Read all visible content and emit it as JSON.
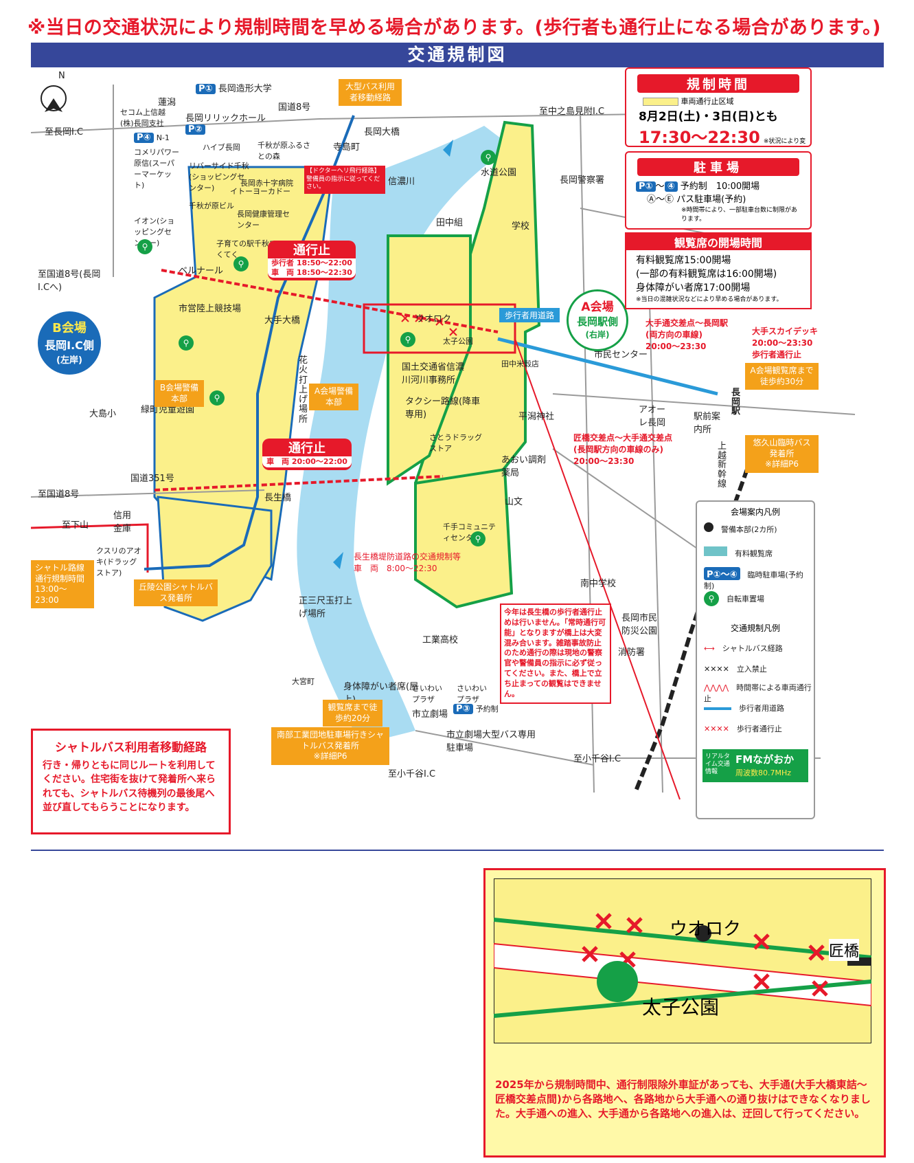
{
  "header": {
    "warning": "※当日の交通状況により規制時間を早める場合があります。(歩行者も通行止になる場合があります。)",
    "title": "交通規制図"
  },
  "regulation_time": {
    "title": "規制時間",
    "legend": "車両通行止区域",
    "date": "8月2日(土)・3日(日)とも",
    "time": "17:30〜22:30",
    "note": "※状況により変更あり。"
  },
  "parking": {
    "title": "駐車場",
    "p_range": "〜",
    "p_desc": "予約制　10:00開場",
    "bus_range": "Ⓐ〜Ⓔ",
    "bus_desc": "パス駐車場(予約)",
    "note": "※時間帯により、一部駐車台数に制限があります。"
  },
  "seating": {
    "title": "観覧席の開場時間",
    "line1": "有料観覧席15:00開場",
    "line2": "(一部の有料観覧席は16:00開場)",
    "line3": "身体障がい者席17:00開場",
    "note": "※当日の混雑状況などにより早める場合があります。"
  },
  "venues": {
    "a_name": "A会場",
    "a_side": "長岡駅側",
    "a_bank": "(右岸)",
    "b_name": "B会場",
    "b_side": "長岡I.C側",
    "b_bank": "(左岸)"
  },
  "closures": {
    "c1_title": "通行止",
    "c1_line1": "歩行者 18:50〜22:00",
    "c1_line2": "車　両 18:50〜22:30",
    "c2_title": "通行止",
    "c2_line1": "車　両 20:00〜22:00",
    "ote_intersection": "大手通交差点〜長岡駅",
    "ote_intersection_sub": "(両方向の車線)",
    "ote_intersection_time": "20:00〜23:30",
    "skydeck": "大手スカイデッキ",
    "skydeck_time": "20:00〜23:30",
    "skydeck_sub": "歩行者通行止",
    "takumi": "匠橋交差点〜大手通交差点",
    "takumi_sub": "(長岡駅方向の車線のみ)",
    "takumi_time": "20:00〜23:30",
    "nagaike": "長生橋堤防道路の交通規制等",
    "nagaike_line": "車　両",
    "nagaike_time": "8:00〜22:30",
    "pedestrian_road": "歩行者用道路"
  },
  "notices": {
    "choseibashi": "今年は長生橋の歩行者通行止めは行いません。「常時通行可能」となりますが橋上は大変混み合います。雑踏事故防止のため通行の際は現地の警察官や警備員の指示に必ず従ってください。また、橋上で立ち止まっての観覧はできません。",
    "heli": "【ドクターヘリ飛行経路】警備員の指示に従ってください。"
  },
  "orange_labels": {
    "bus_route": "大型バス利用者移動経路",
    "a_walk": "A会場観覧席まで徒歩約30分",
    "yukyuzan": "悠久山臨時バス発着所",
    "yukyuzan_note": "※詳細P6",
    "shuttle_time_title": "シャトル路線",
    "shuttle_time_sub": "通行規制時間",
    "shuttle_time": "13:00〜23:00",
    "kyuryo": "丘陵公園シャトルバス発着所",
    "seat_walk": "観覧席まで徒歩約20分",
    "nanbu": "南部工業団地駐車場行きシャトルバス発着所",
    "nanbu_note": "※詳細P6",
    "b_hq": "B会場警備本部",
    "a_hq": "A会場警備本部"
  },
  "places": {
    "zokei": "長岡造形大学",
    "hasunuma": "蓮潟",
    "secom": "セコム上信越(株)長岡支社",
    "lyric": "長岡リリックホール",
    "hyper": "ハイブ長岡",
    "chiaki": "千秋が原ふるさとの森",
    "kokudo8": "国道8号",
    "nagaoka_ohashi": "長岡大橋",
    "terajima": "寺島町",
    "nakanoshima": "至中之島見附I.C",
    "to_nagaoka_ic": "至長岡I.C",
    "p4": "N-1",
    "komeri": "コメリパワー原信(スーパーマーケット)",
    "riverside": "リバーサイド千秋(ショッピングセンター)",
    "itoyokado": "イトーヨーカドー",
    "red_cross": "長岡赤十字病院",
    "chiaki_biru": "千秋が原ビル",
    "kenko": "長岡健康管理センター",
    "kosodate": "子育ての駅千秋てくてく",
    "aeon": "イオン(ショッピングセンター)",
    "belle": "ベルナール",
    "kokudo8_to": "至国道8号(長岡I.Cへ)",
    "suido_park": "水道公園",
    "police": "長岡警察署",
    "tanaka": "田中組",
    "shinano": "信濃川",
    "school": "学校",
    "ote_ohashi": "大手大橋",
    "rikujo": "市営陸上競技場",
    "uoroku": "ウオロク",
    "taishi": "太子公園",
    "kokudo_office": "国土交通省信濃川河川事務所",
    "taxi": "タクシー路線(降車専用)",
    "hanabi": "花火打上げ場所",
    "ooshima": "大島小",
    "midori": "緑町児童遊園",
    "kokudo351": "国道351号",
    "kokudo8b": "至国道8号",
    "shinyo": "信用金庫",
    "choseibashi": "長生橋",
    "kusuri": "クスリのアオキ(ドラッグストア)",
    "shimoyama": "至下山",
    "senju": "千手コミュニティセンター",
    "sato": "さとうドラッグストア",
    "aoi": "あおい調剤薬局",
    "sanbun": "山文",
    "hiraki": "平潟神社",
    "tanaka_bank": "田中米穀店",
    "shimin": "市民センター",
    "aore": "アオーレ長岡",
    "ekimae": "駅前案内所",
    "nagaoka_st": "長岡駅",
    "joetsu": "上越新幹線",
    "minami_jr": "南中学校",
    "shimin_bosai": "長岡市民防災公園",
    "shobo": "消防署",
    "shosanjaku": "正三尺玉打上げ場所",
    "kogyo": "工業高校",
    "omiya": "大宮町",
    "shogai": "身体障がい者席(屋上)",
    "saiwai1": "さいわいプラザ",
    "saiwai2": "さいわいプラザ",
    "p3": "予約制",
    "shiritsu": "市立劇場",
    "shiritsu_bus": "市立劇場大型バス専用駐車場",
    "to_ojiya": "至小千谷I.C",
    "to_ojiya2": "至小千谷I.C"
  },
  "legend": {
    "venue_title": "会場案内凡例",
    "hq": "警備本部(2カ所)",
    "paid_seat": "有料観覧席",
    "temp_parking": "臨時駐車場(予約制)",
    "bike": "自転車置場",
    "traffic_title": "交通規制凡例",
    "shuttle": "シャトルバス経路",
    "no_entry": "立入禁止",
    "time_closure": "時間帯による車両通行止",
    "ped_road": "歩行者用道路",
    "ped_closed": "歩行者通行止",
    "fm_realtime": "リアルタイム交通情報",
    "fm_name": "FMながおか",
    "fm_freq": "周波数80.7MHz"
  },
  "shuttle_box": {
    "title": "シャトルバス利用者移動経路",
    "body": "行き・帰りともに同じルートを利用してください。住宅街を抜けて発着所へ来られても、シャトルバス待機列の最後尾へ並び直してもらうことになります。"
  },
  "inset": {
    "uoroku": "ウオロク",
    "takumi": "匠橋",
    "taishi": "太子公園",
    "text": "2025年から規制時間中、通行制限除外車証があっても、大手通(大手大橋東詰〜匠橋交差点間)から各路地へ、各路地から大手通への通り抜けはできなくなりました。大手通への進入、大手通から各路地への進入は、迂回して行ってください。"
  },
  "colors": {
    "yellow_zone": "#fbf08a",
    "river": "#a9dcf2",
    "red": "#e6192a",
    "blue_band": "#36479a",
    "green": "#15a047",
    "orange": "#f4a11a",
    "ped_blue": "#2a9ad8"
  }
}
